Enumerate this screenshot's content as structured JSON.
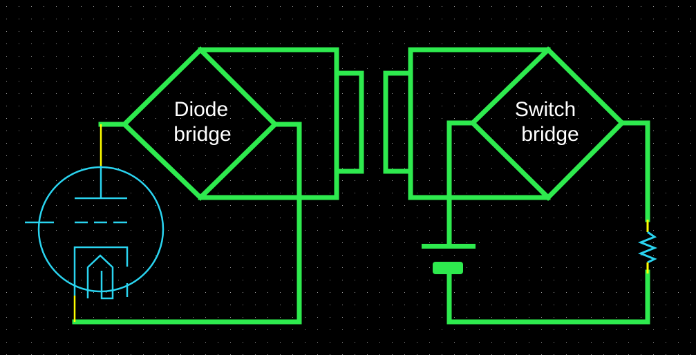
{
  "diagram": {
    "background": "#000000",
    "grid_dot_color": "#9a9a9a",
    "wire_color": "#2eea4e",
    "tube_color": "#2ad4f0",
    "resistor_color": "#2ad4f0",
    "lead_color": "#ffff00",
    "label_color": "#ffffff",
    "left_bridge": {
      "label_line1": "Diode",
      "label_line2": "bridge"
    },
    "right_bridge": {
      "label_line1": "Switch",
      "label_line2": "bridge"
    },
    "components": [
      "vacuum-tube",
      "diode-bridge",
      "transformer",
      "switch-bridge",
      "battery",
      "resistor"
    ]
  }
}
